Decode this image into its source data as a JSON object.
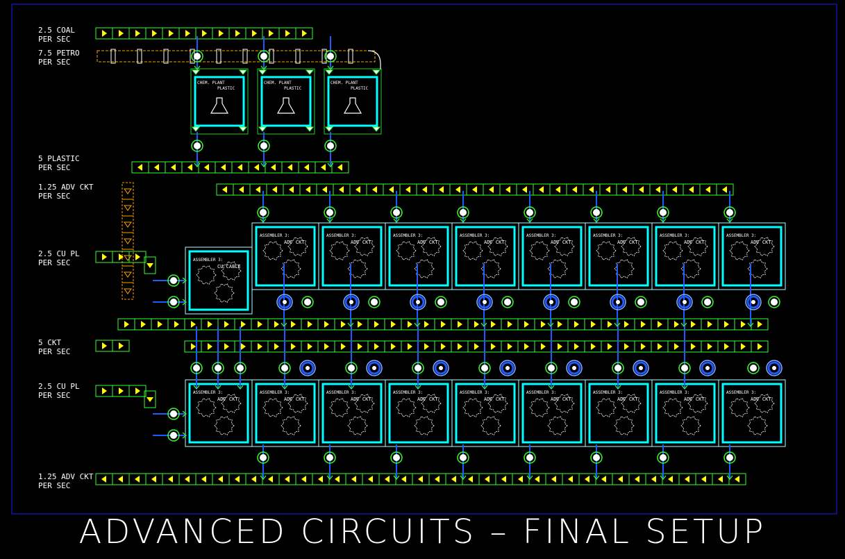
{
  "title": "ADVANCED CIRCUITS – FINAL SETUP",
  "colors": {
    "background": "#000000",
    "border": "#1a1aff",
    "belt": "#33ff33",
    "arrow": "#ffff00",
    "machine": "#00ffff",
    "machine_outline": "#b0ffff",
    "inserter": "#1e5bff",
    "pole": "#33ff33",
    "pipe": "#ffa500",
    "text": "#ffffff"
  },
  "labels": {
    "coal": [
      "2.5 COAL",
      "PER SEC"
    ],
    "petro": [
      "7.5 PETRO",
      "PER SEC"
    ],
    "plastic": [
      "5 PLASTIC",
      "PER SEC"
    ],
    "adv_top": [
      "1.25 ADV CKT",
      "PER SEC"
    ],
    "cu_top": [
      "2.5 CU PL",
      "PER SEC"
    ],
    "ckt": [
      "5 CKT",
      "PER SEC"
    ],
    "cu_bottom": [
      "2.5 CU PL",
      "PER SEC"
    ],
    "adv_bottom": [
      "1.25 ADV CKT",
      "PER SEC"
    ]
  },
  "machines": {
    "chem_plant": [
      "CHEM. PLANT",
      "PLASTIC"
    ],
    "asm_cable": [
      "ASSEMBLER 3:",
      "CU CABLE"
    ],
    "asm_adv": [
      "ASSEMBLER 3:",
      "ADV CKT"
    ]
  },
  "icons": {
    "gear": "gear-icon",
    "flask": "flask-icon",
    "belt_arrow": "arrow-icon"
  }
}
